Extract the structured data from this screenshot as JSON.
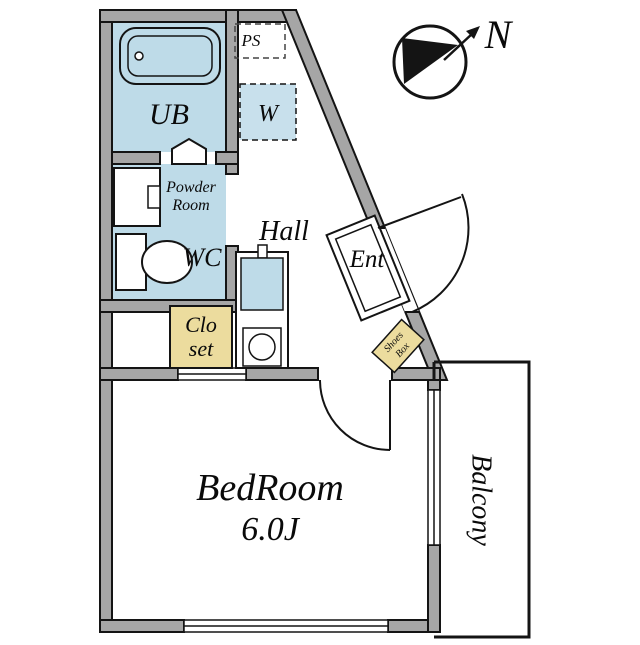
{
  "title": "1K Apartment Floor Plan",
  "colors": {
    "background": "#ffffff",
    "wall_fill": "#a6a6a6",
    "wet_area_fill": "#bedbe8",
    "washer_fill": "#c8e0ec",
    "closet_fill": "#ecdc9e",
    "shoes_box_fill": "#ecdc9e",
    "outline": "#141414"
  },
  "rooms": {
    "pipe_space": {
      "label": "PS"
    },
    "unit_bath": {
      "label": "UB"
    },
    "washer": {
      "label": "W"
    },
    "powder_room": {
      "label_line1": "Powder",
      "label_line2": "Room"
    },
    "toilet": {
      "label": "WC"
    },
    "hall": {
      "label": "Hall"
    },
    "entrance": {
      "label": "Ent"
    },
    "closet": {
      "label_line1": "Clo",
      "label_line2": "set"
    },
    "shoes_box": {
      "label_line1": "Shoes",
      "label_line2": "Box"
    },
    "bedroom": {
      "label_line1": "BedRoom",
      "label_line2": "6.0J"
    },
    "balcony": {
      "label": "Balcony"
    }
  },
  "compass": {
    "label": "N"
  }
}
